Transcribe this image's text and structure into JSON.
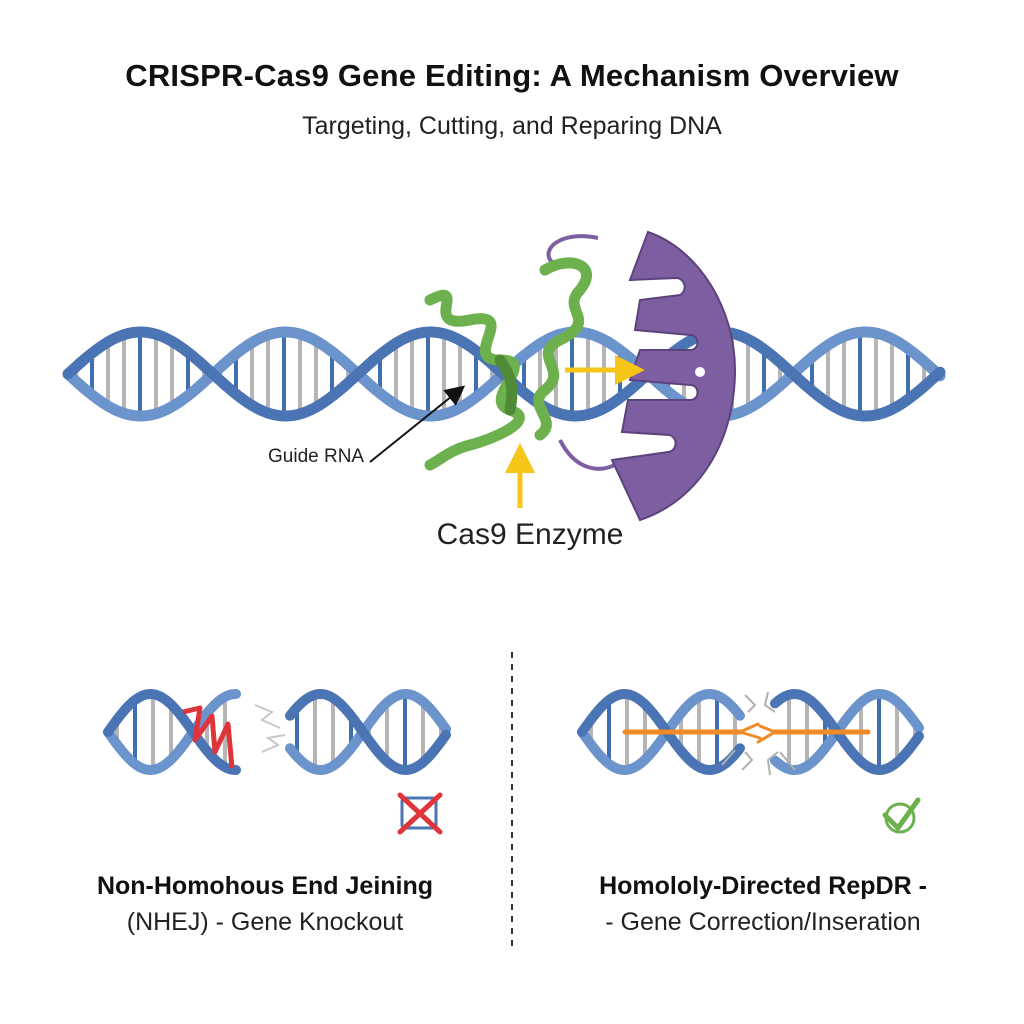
{
  "header": {
    "title": "CRISPR-Cas9 Gene Editing: A Mechanism Overview",
    "subtitle": "Targeting, Cutting, and Reparing DNA"
  },
  "labels": {
    "guide_rna": "Guide RNA",
    "cas9": "Cas9 Enzyme"
  },
  "panels": {
    "nhej": {
      "title": "Non-Homohous End Jeining",
      "subtitle": "(NHEJ) - Gene Knockout",
      "icon": "x-cross-icon"
    },
    "hdr": {
      "title": "Homololy-Directed RepDR -",
      "subtitle": "- Gene Correction/Inseration",
      "icon": "check-icon"
    }
  },
  "colors": {
    "dna_strand": "#6b93cc",
    "dna_strand_dark": "#4b74b5",
    "rung_gray": "#b5b5b5",
    "rung_blue": "#3f6fb0",
    "guide_rna": "#6db04e",
    "cas9": "#7d5ea0",
    "arrow_yellow": "#f5c518",
    "nhej_break": "#e0343b",
    "hdr_template": "#f08a24"
  }
}
